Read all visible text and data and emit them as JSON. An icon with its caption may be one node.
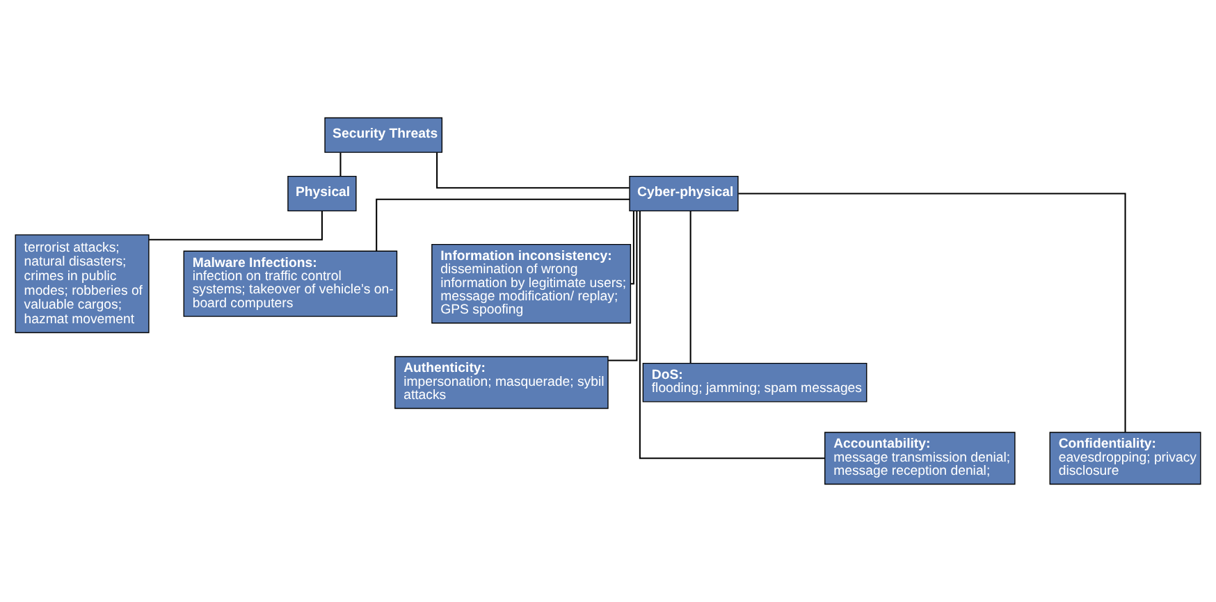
{
  "diagram": {
    "nodes": [
      {
        "text": [
          "Security Threats"
        ]
      },
      {
        "text": [
          "Physical"
        ]
      },
      {
        "text": [
          "Cyber-physical"
        ]
      },
      {
        "text": [
          "terrorist attacks; natural disasters; crimes in public modes; robberies of valuable cargos; hazmat movement"
        ]
      },
      {
        "text": [
          "Malware Infections:",
          "infection on traffic control systems; takeover of vehicle’s on-board computers"
        ]
      },
      {
        "text": [
          "Information inconsistency:",
          "dissemination of wrong information by legitimate users; message modification/ replay; GPS spoofing"
        ]
      },
      {
        "text": [
          "Authenticity:",
          "impersonation; masquerade; sybil attacks"
        ]
      },
      {
        "text": [
          "DoS:",
          "flooding; jamming; spam messages"
        ]
      },
      {
        "text": [
          "Accountability:",
          "message transmission denial; message reception denial;"
        ]
      },
      {
        "text": [
          "Confidentiality:",
          "eavesdropping; privacy disclosure"
        ]
      }
    ],
    "edges": [
      {
        "from": 0,
        "to": 1,
        "arrow": "none"
      },
      {
        "from": 0,
        "to": 2,
        "arrow": "none"
      },
      {
        "from": 1,
        "to": 3,
        "arrow": "none"
      },
      {
        "from": 2,
        "to": 4,
        "arrow": "none"
      },
      {
        "from": 2,
        "to": 5,
        "arrow": "none"
      },
      {
        "from": 2,
        "to": 6,
        "arrow": "none"
      },
      {
        "from": 2,
        "to": 7,
        "arrow": "none"
      },
      {
        "from": 2,
        "to": 8,
        "arrow": "none"
      },
      {
        "from": 2,
        "to": 9,
        "arrow": "none"
      }
    ]
  }
}
